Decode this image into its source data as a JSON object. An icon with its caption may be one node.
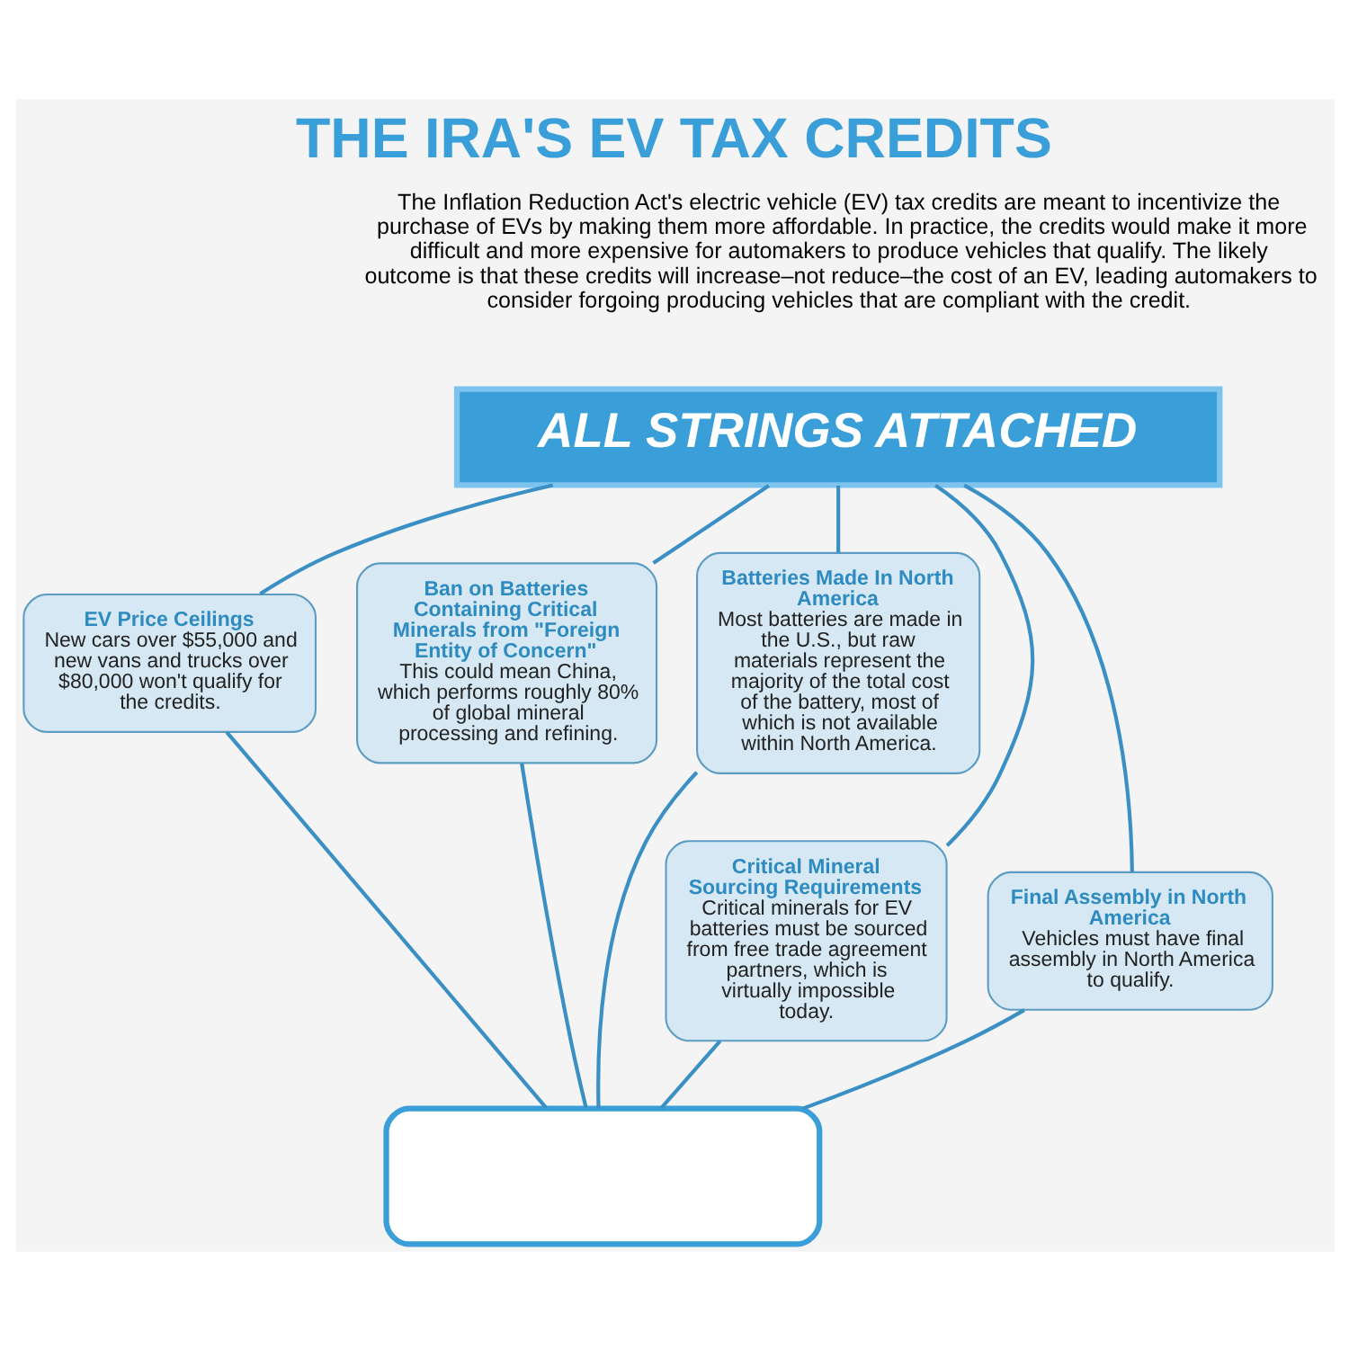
{
  "diagram": {
    "title": "THE IRA'S EV TAX CREDITS",
    "nodes": [
      {
        "text": [
          "ALL STRINGS ATTACHED"
        ]
      },
      {
        "text": [
          "EV Price Ceilings",
          "New cars over $55,000 and new vans and trucks over $80,000 won't qualify for the credits."
        ]
      },
      {
        "text": [
          "Ban on Batteries Containing Critical Minerals from \"Foreign Entity of Concern\"",
          "This could mean China, which performs roughly 80% of global mineral processing and refining."
        ]
      },
      {
        "text": [
          "Batteries Made In North America",
          "Most batteries are made in the U.S., but raw materials represent the majority of the total cost of the battery, most of which is not available within North America."
        ]
      },
      {
        "text": [
          "Critical Mineral Sourcing Requirements",
          "Critical minerals for EV batteries must be sourced from free trade agreement partners, which is virtually impossible today."
        ]
      },
      {
        "text": [
          "Final Assembly in North America",
          "Vehicles must have final assembly in North America to qualify."
        ]
      },
      {
        "text": [],
        "shape": "box"
      }
    ],
    "edges": [
      {
        "from": 0,
        "to": 1,
        "arrow": "none"
      },
      {
        "from": 0,
        "to": 4,
        "arrow": "none"
      },
      {
        "from": 0,
        "to": 2,
        "arrow": "none"
      },
      {
        "from": 0,
        "to": 5,
        "arrow": "none"
      },
      {
        "from": 0,
        "to": 3,
        "arrow": "none"
      },
      {
        "from": 1,
        "to": 6,
        "arrow": "none"
      },
      {
        "from": 4,
        "to": 6,
        "arrow": "none"
      },
      {
        "from": 2,
        "to": 6,
        "arrow": "none"
      },
      {
        "from": 5,
        "to": 6,
        "arrow": "none"
      },
      {
        "from": 3,
        "to": 6,
        "arrow": "none"
      }
    ],
    "labels": [
      "The Inflation Reduction Act's electric vehicle (EV) tax credits are meant to incentivize the purchase of EVs by making them more affordable. In practice, the credits would make it more difficult and more expensive for automakers to produce vehicles that qualify. The likely outcome is that these credits will increase–not reduce–the cost of an EV, leading automakers to consider forgoing producing vehicles that are compliant with the credit."
    ]
  }
}
